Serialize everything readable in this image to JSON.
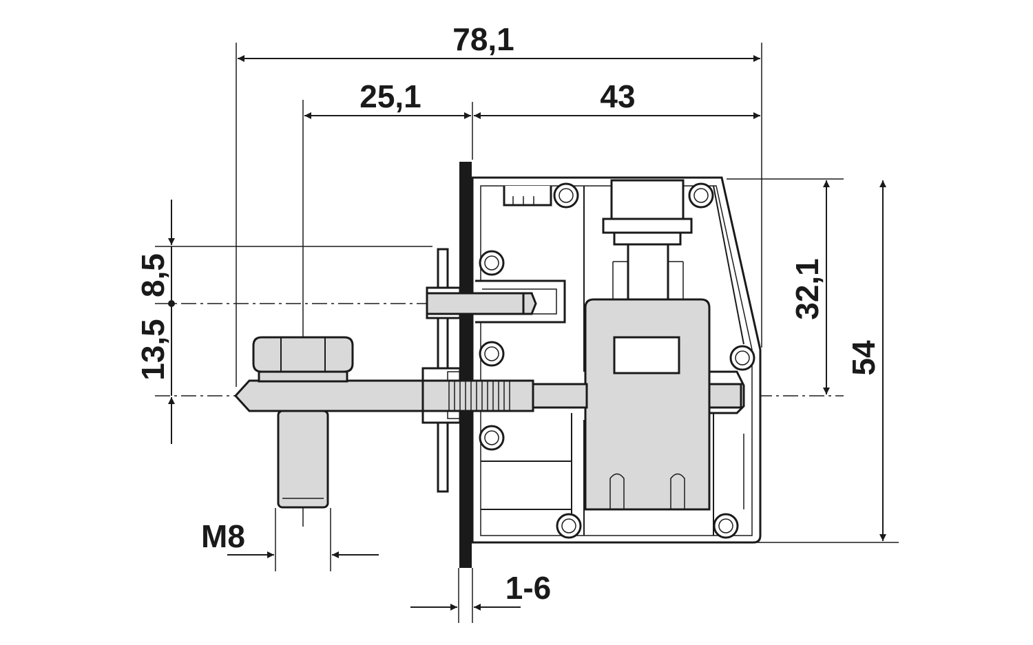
{
  "dimensions": {
    "overall_width": "78,1",
    "bolt_offset": "25,1",
    "housing_width": "43",
    "upper_offset": "8,5",
    "lower_offset": "13,5",
    "inner_height": "32,1",
    "total_height": "54",
    "thread": "M8",
    "panel_thickness": "1-6"
  },
  "colors": {
    "line": "#1a1a1a",
    "fill_grey": "#d9d9d9",
    "panel": "#1a1a1a",
    "background": "#ffffff"
  }
}
